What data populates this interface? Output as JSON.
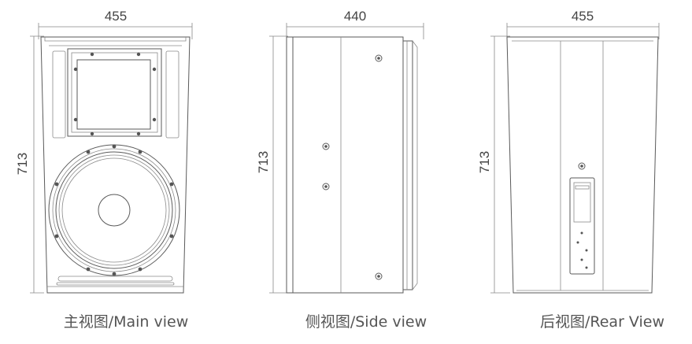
{
  "views": {
    "main": {
      "width_label": "455",
      "height_label": "713",
      "caption": "主视图/Main view"
    },
    "side": {
      "width_label": "440",
      "height_label": "713",
      "caption": "侧视图/Side view"
    },
    "rear": {
      "width_label": "455",
      "height_label": "713",
      "caption": "后视图/Rear View"
    }
  },
  "colors": {
    "line": "#5a5a5a",
    "text": "#444444",
    "caption": "#555555"
  }
}
